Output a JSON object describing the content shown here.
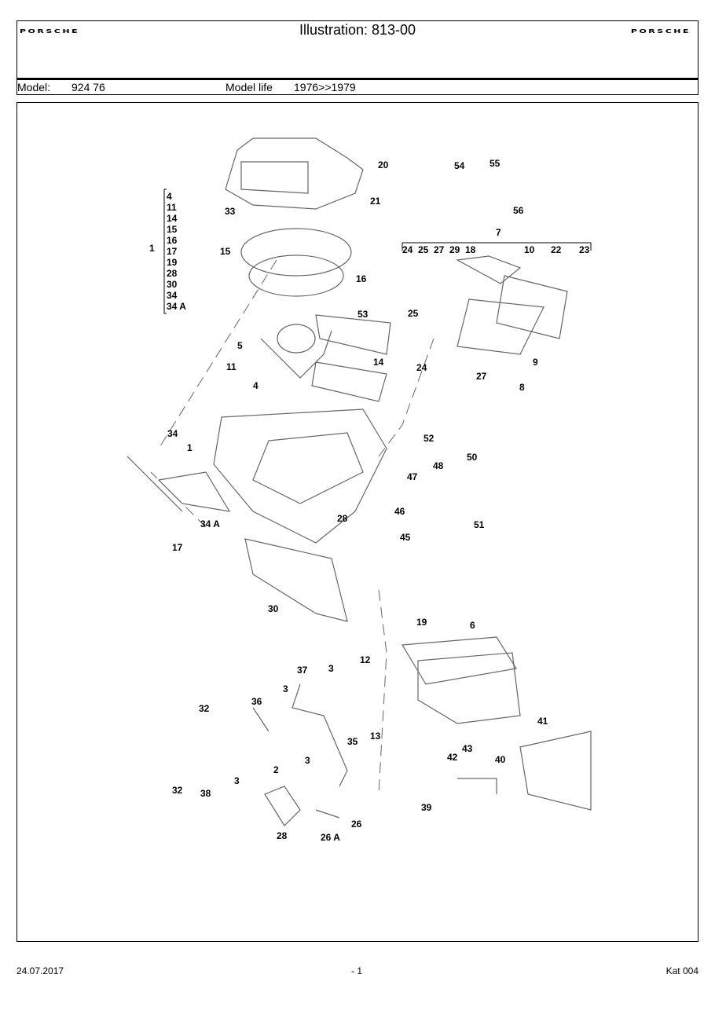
{
  "header": {
    "brand": "PORSCHE",
    "title": "Illustration: 813-00",
    "model_label": "Model:",
    "model_value": "924 76",
    "model_life_label": "Model life",
    "model_life_value": "1976>>1979"
  },
  "callouts": {
    "group_1": [
      "4",
      "11",
      "14",
      "15",
      "16",
      "17",
      "19",
      "28",
      "30",
      "34",
      "34 A"
    ],
    "group_1_ref": "1",
    "group_7_ref": "7",
    "group_7": [
      "24",
      "25",
      "27",
      "29",
      "18",
      "10",
      "22",
      "23"
    ],
    "parts": [
      "20",
      "21",
      "33",
      "54",
      "55",
      "56",
      "15",
      "16",
      "53",
      "5",
      "14",
      "25",
      "24",
      "27",
      "9",
      "8",
      "11",
      "4",
      "34",
      "1",
      "52",
      "48",
      "50",
      "47",
      "46",
      "45",
      "51",
      "28",
      "34 A",
      "17",
      "30",
      "19",
      "6",
      "12",
      "37",
      "3",
      "3",
      "32",
      "36",
      "35",
      "13",
      "41",
      "43",
      "42",
      "40",
      "2",
      "3",
      "3",
      "32",
      "38",
      "26",
      "28",
      "26 A",
      "39"
    ]
  },
  "footer": {
    "date": "24.07.2017",
    "page": "- 1",
    "catalog": "Kat 004"
  }
}
